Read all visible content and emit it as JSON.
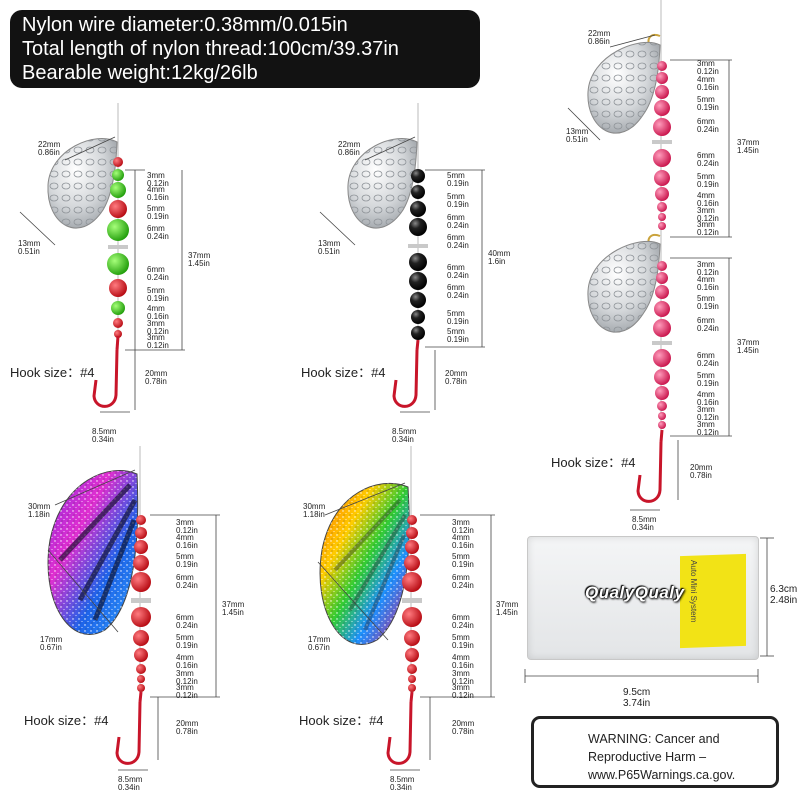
{
  "specs": {
    "line1": "Nylon wire diameter:0.38mm/0.015in",
    "line2": "Total length of nylon thread:100cm/39.37in",
    "line3": "Bearable weight:12kg/26lb"
  },
  "hook_labels": {
    "lure1": "Hook size：#4",
    "lure2": "Hook size：#4",
    "lure3": "Hook size：#4",
    "lure4": "Hook size：#4",
    "lure5": "Hook size：#4"
  },
  "blade_dims": {
    "w22": [
      "22mm",
      "0.86in"
    ],
    "h13": [
      "13mm",
      "0.51in"
    ],
    "w30": [
      "30mm",
      "1.18in"
    ],
    "h17": [
      "17mm",
      "0.67in"
    ]
  },
  "total_dims": {
    "d37": [
      "37mm",
      "1.45in"
    ],
    "d40": [
      "40mm",
      "1.6in"
    ],
    "d20": [
      "20mm",
      "0.78in"
    ],
    "d85": [
      "8.5mm",
      "0.34in"
    ]
  },
  "bead_sizes": {
    "s3": [
      "3mm",
      "0.12in"
    ],
    "s4": [
      "4mm",
      "0.16in"
    ],
    "s5": [
      "5mm",
      "0.19in"
    ],
    "s6": [
      "6mm",
      "0.24in"
    ]
  },
  "colors": {
    "green_bead": "#3bd11b",
    "red_bead": "#e0121b",
    "black_bead": "#111111",
    "pink_bead": "#ef2a6a",
    "hook": "#c8152a",
    "silver": "#d4d7da"
  },
  "box": {
    "brand": "QualyQualy",
    "insert_text": "Auto Mini System",
    "height": [
      "6.3cm",
      "2.48in"
    ],
    "width": [
      "9.5cm",
      "3.74in"
    ]
  },
  "warning": {
    "bold": "WARNING",
    "line1_rest": ": Cancer and",
    "line2": "Reproductive Harm –",
    "line3": "www.P65Warnings.ca.gov."
  }
}
